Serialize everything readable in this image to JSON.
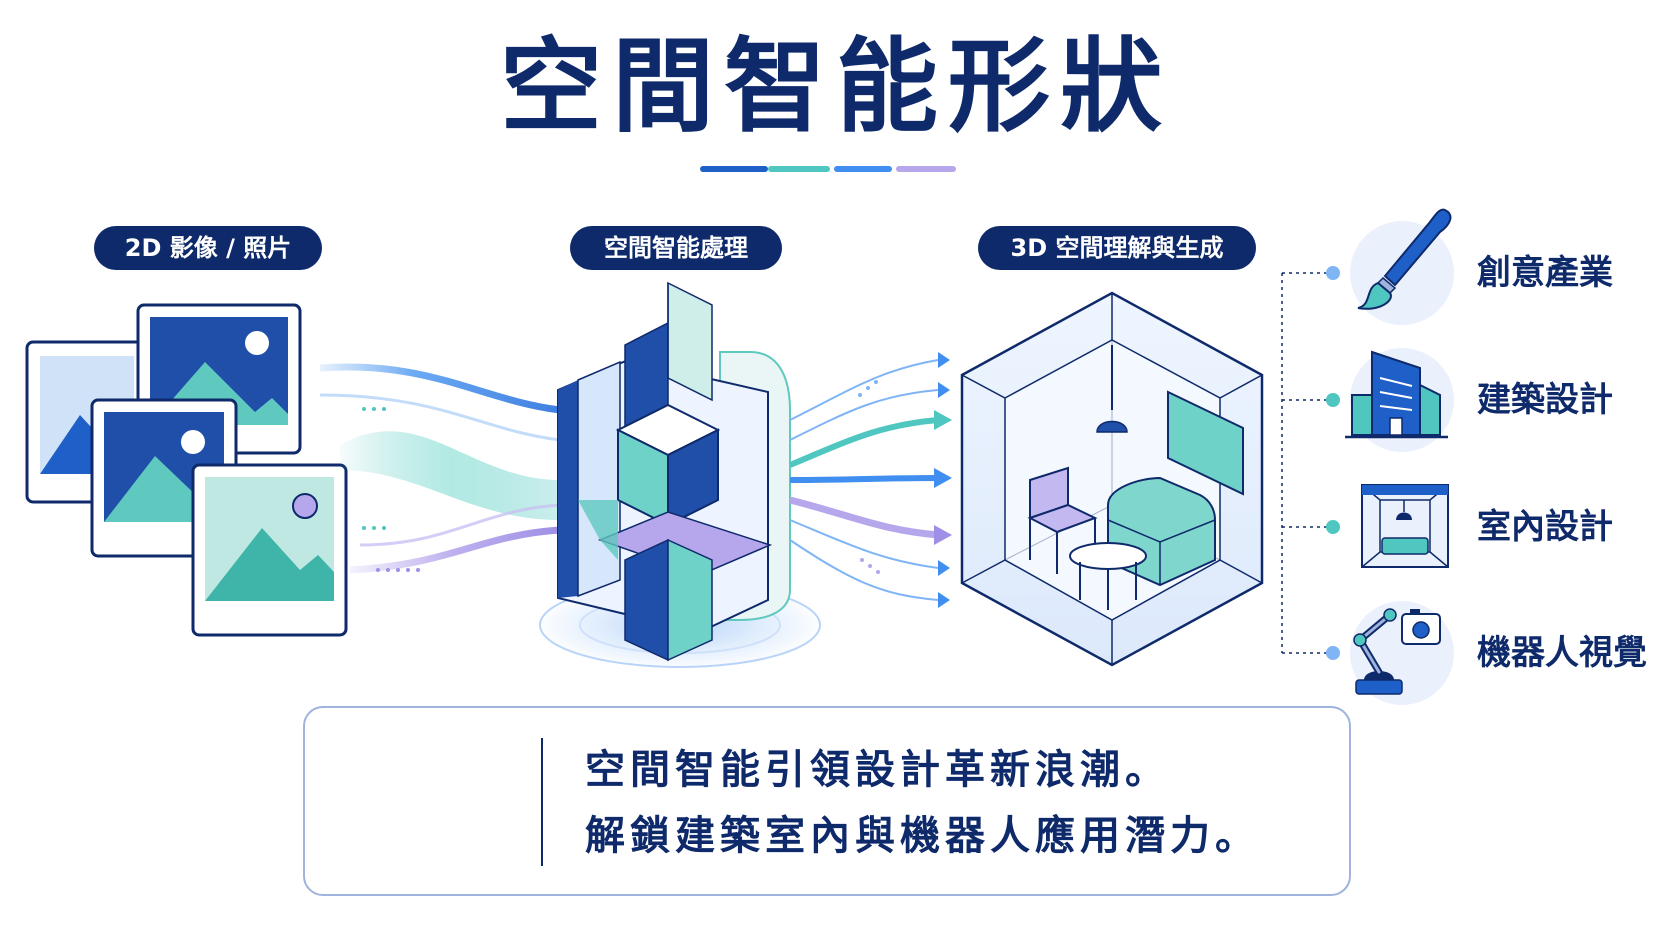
{
  "title": "空間智能形狀",
  "accent_colors": {
    "navy": "#0f2a6b",
    "blue": "#1f5fc8",
    "teal": "#4fc7c0",
    "lavender": "#b6a6ec",
    "sky": "#62a4f2"
  },
  "stages": {
    "input": "2D 影像 / 照片",
    "process": "空間智能處理",
    "output": "3D 空間理解與生成"
  },
  "applications": [
    {
      "label": "創意產業",
      "icon": "paintbrush-icon"
    },
    {
      "label": "建築設計",
      "icon": "building-icon"
    },
    {
      "label": "室內設計",
      "icon": "interior-room-icon"
    },
    {
      "label": "機器人視覺",
      "icon": "robot-arm-camera-icon"
    }
  ],
  "summary": {
    "icon": "cube-icon",
    "line1": "空間智能引領設計革新浪潮。",
    "line2": "解鎖建築室內與機器人應用潛力。"
  }
}
